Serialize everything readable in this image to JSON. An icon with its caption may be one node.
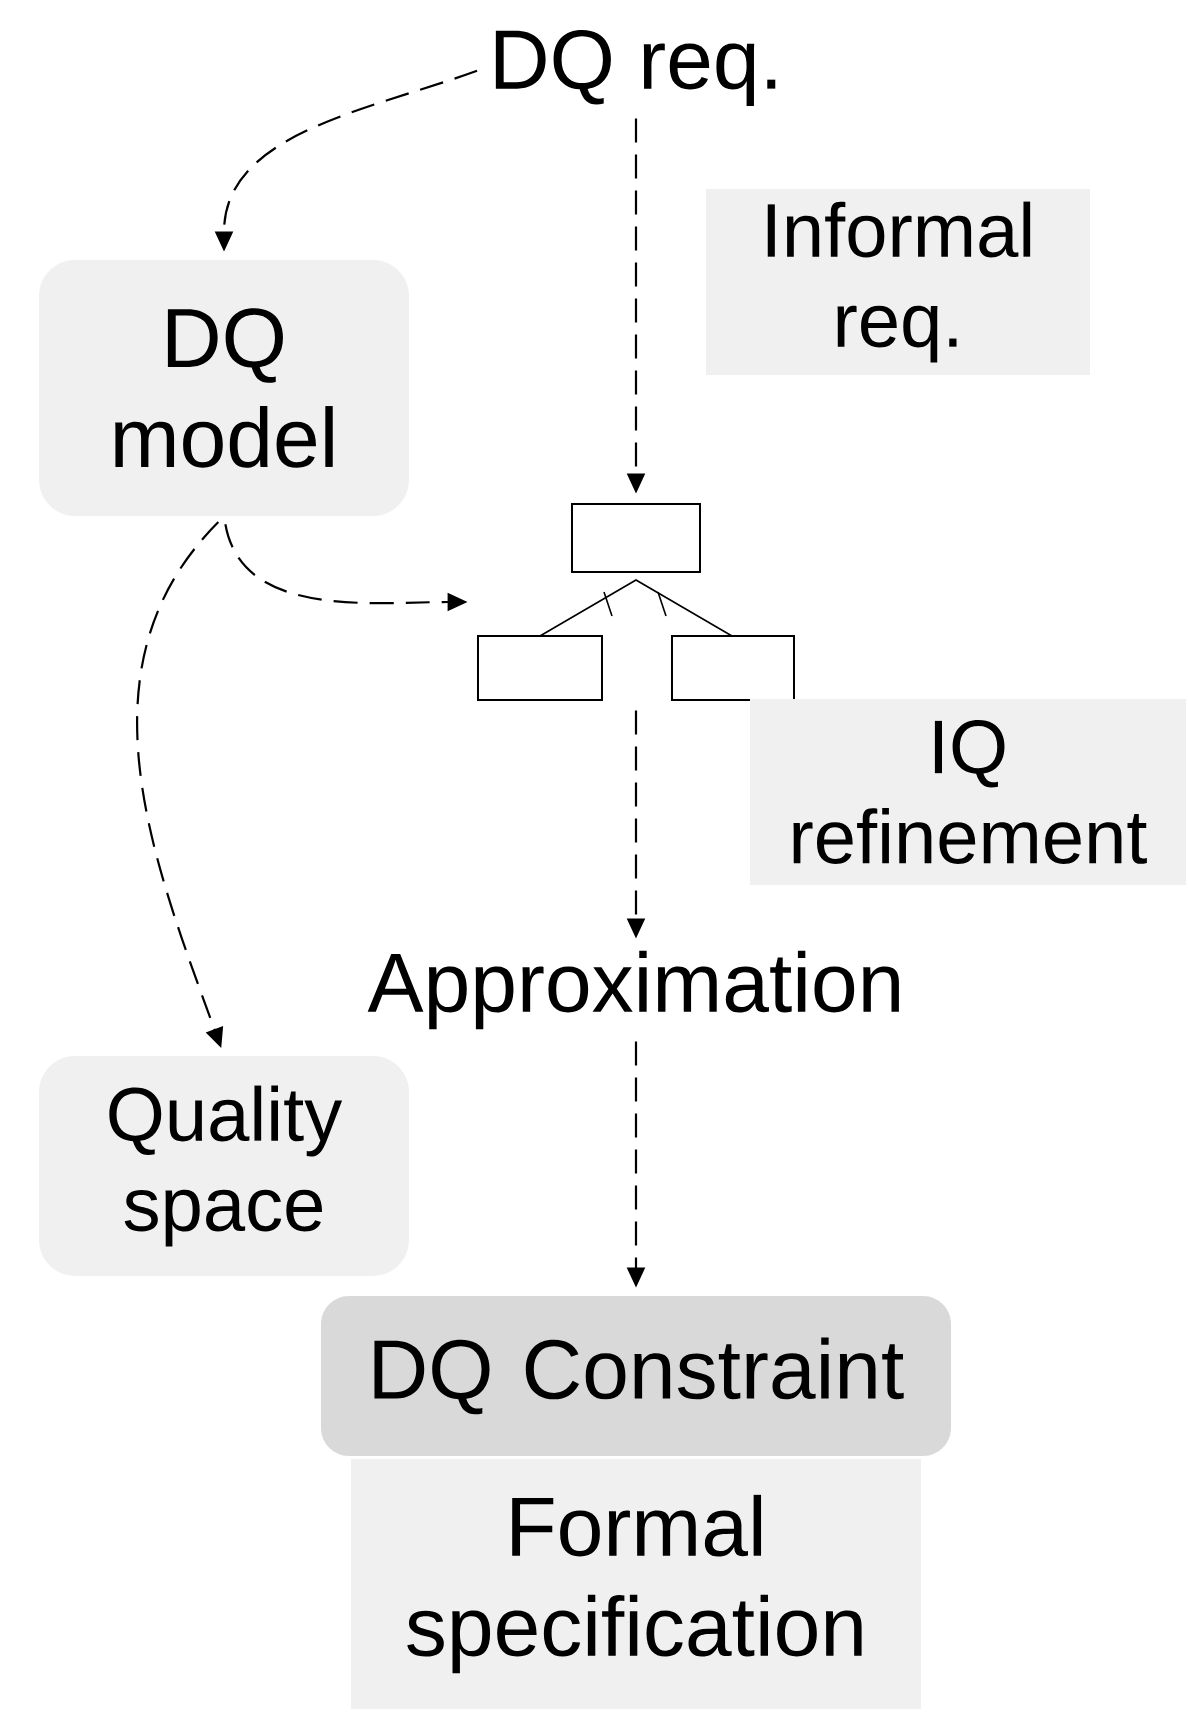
{
  "diagram": {
    "nodes": [
      {
        "text": [
          "DQ req."
        ]
      },
      {
        "text": [
          "DQ model"
        ]
      },
      {
        "text": [
          "Informal req."
        ]
      },
      {
        "text": [],
        "shape": "picture"
      },
      {
        "text": [
          "IQ refinement"
        ]
      },
      {
        "text": [
          "Approximation"
        ]
      },
      {
        "text": [
          "Quality space"
        ]
      },
      {
        "text": [
          "DQ Constraint"
        ]
      },
      {
        "text": [
          "Formal specification"
        ]
      }
    ],
    "edges": [
      {
        "from": 0,
        "to": 1,
        "arrow": "to",
        "style": "dashed"
      },
      {
        "from": 0,
        "to": 3,
        "arrow": "to",
        "style": "dashed"
      },
      {
        "from": 1,
        "to": 3,
        "arrow": "to",
        "style": "dashed"
      },
      {
        "from": 1,
        "to": 6,
        "arrow": "to",
        "style": "dashed"
      },
      {
        "from": 3,
        "to": 5,
        "arrow": "to",
        "style": "dashed"
      },
      {
        "from": 5,
        "to": 7,
        "arrow": "to",
        "style": "dashed"
      }
    ]
  }
}
